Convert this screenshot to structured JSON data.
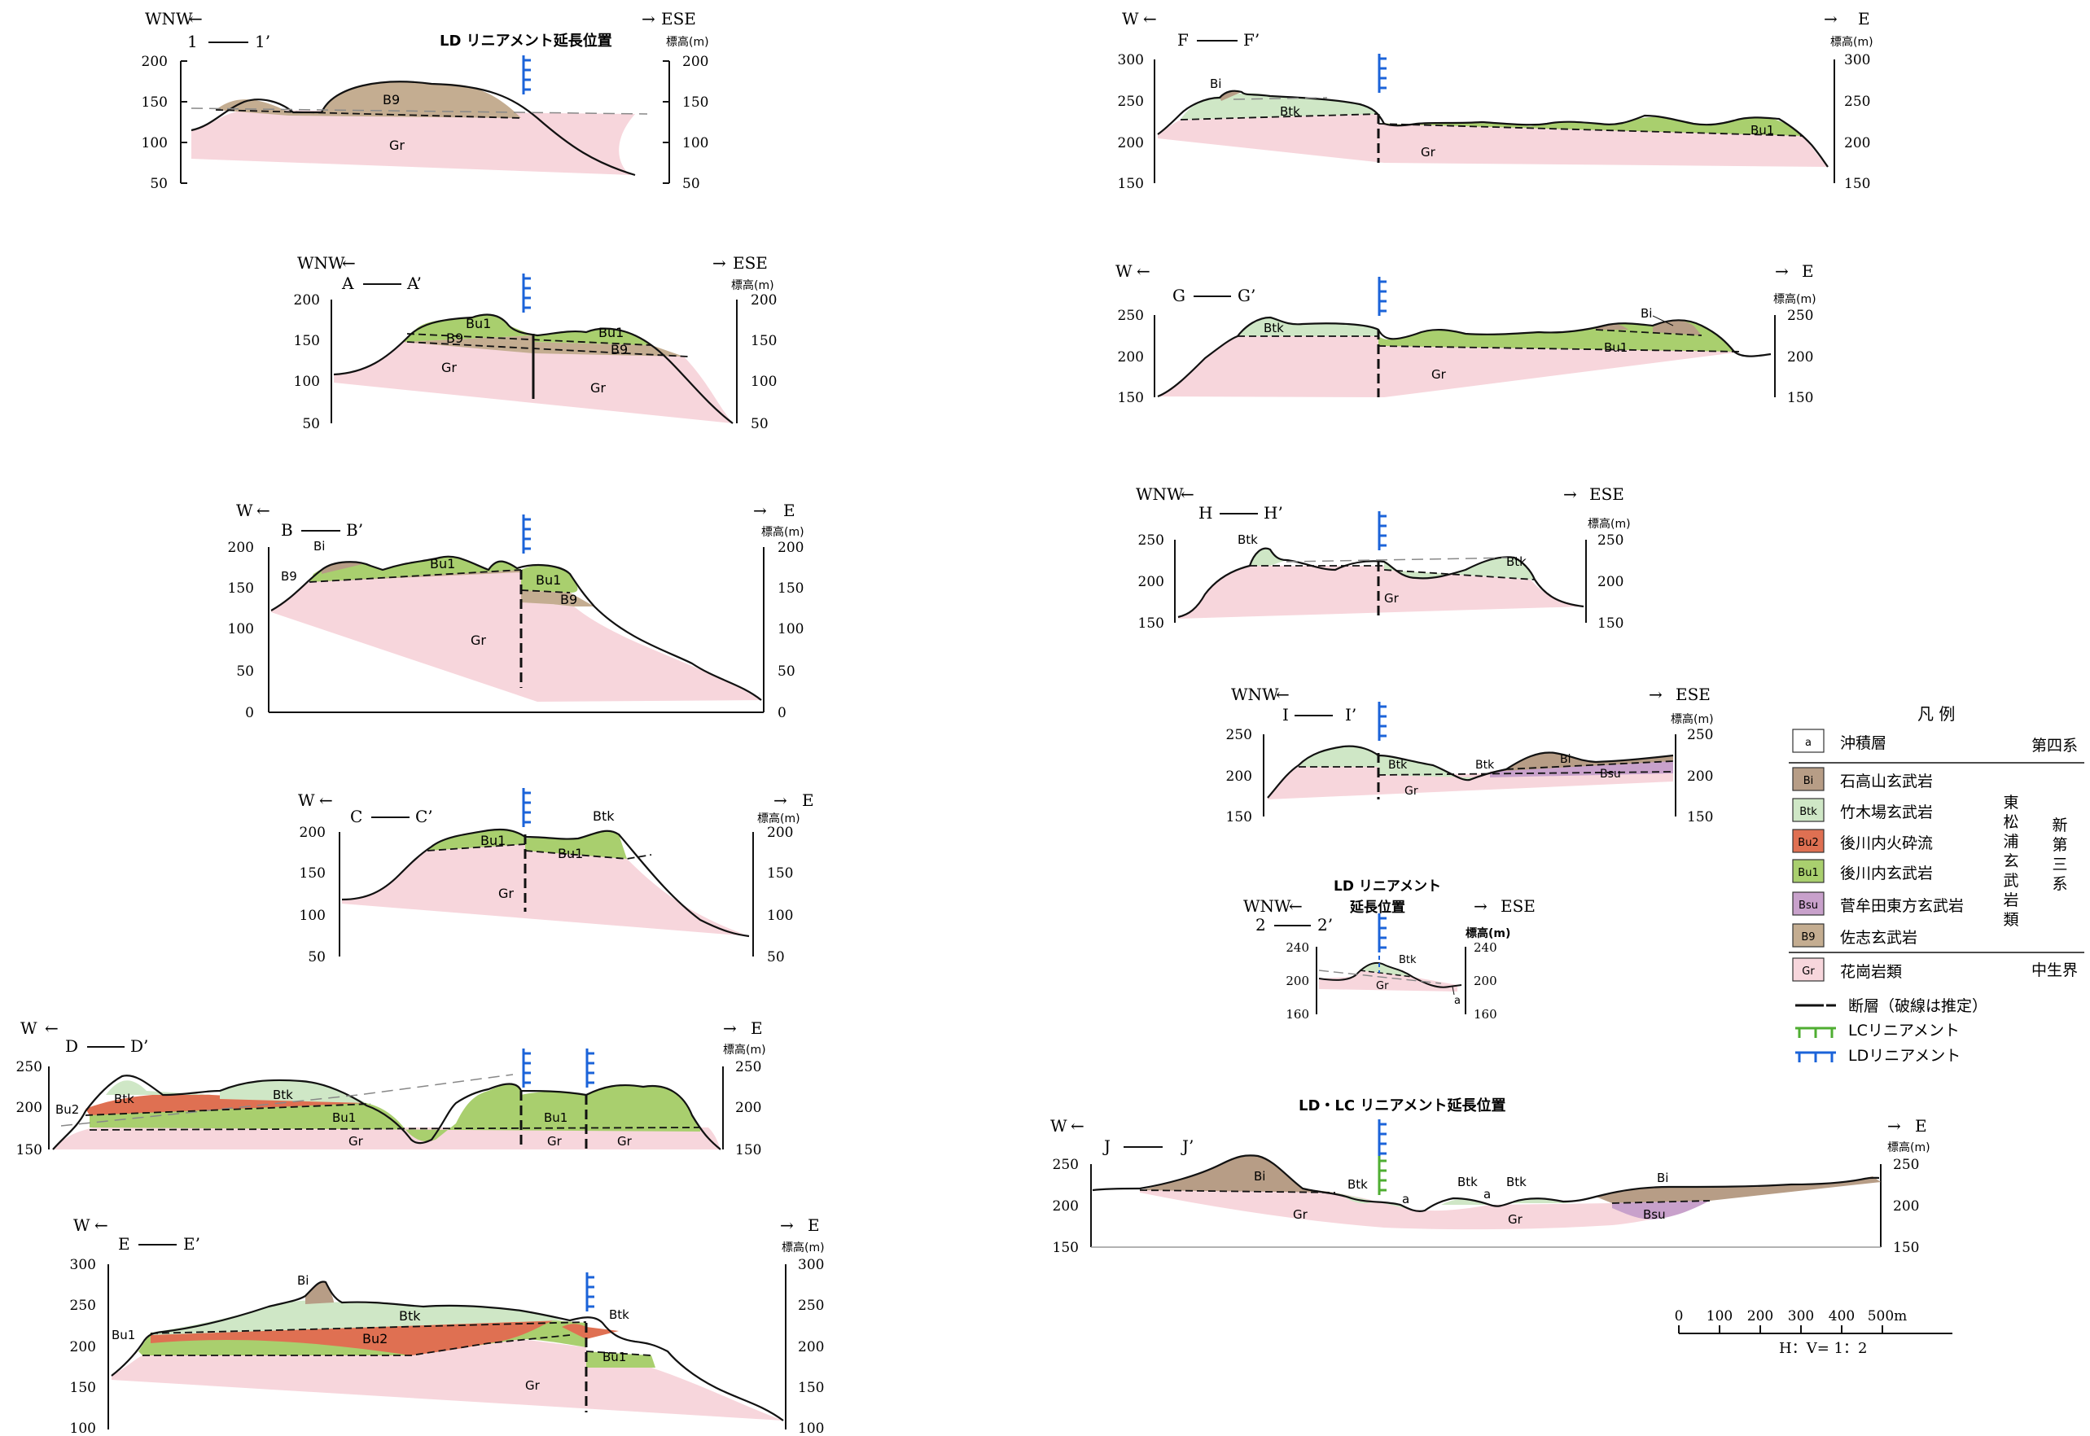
{
  "colors": {
    "Gr": "#f7d6dc",
    "B9": "#c4ad91",
    "Bu1": "#a9cf6e",
    "Btk": "#cfe7c6",
    "Bu2": "#df7052",
    "Bi": "#b79d86",
    "Bsu": "#c8a1cb",
    "LD": "#1b63d9",
    "LC": "#4fae32"
  },
  "sections": {
    "s1": {
      "label": "1",
      "label2": "1’",
      "dirLeft": "WNW",
      "dirRight": "ESE",
      "unit": "標高(m)",
      "ticks": [
        "200",
        "150",
        "100",
        "50"
      ],
      "note": "LD リニアメント延長位置"
    },
    "sA": {
      "label": "A",
      "label2": "A’",
      "dirLeft": "WNW",
      "dirRight": "ESE",
      "unit": "標高(m)",
      "ticks": [
        "200",
        "150",
        "100",
        "50"
      ]
    },
    "sB": {
      "label": "B",
      "label2": "B’",
      "dirLeft": "W",
      "dirRight": "E",
      "unit": "標高(m)",
      "ticks": [
        "200",
        "150",
        "100",
        "50",
        "0"
      ]
    },
    "sC": {
      "label": "C",
      "label2": "C’",
      "dirLeft": "W",
      "dirRight": "E",
      "unit": "標高(m)",
      "ticks": [
        "200",
        "150",
        "100",
        "50"
      ]
    },
    "sD": {
      "label": "D",
      "label2": "D’",
      "dirLeft": "W",
      "dirRight": "E",
      "unit": "標高(m)",
      "ticks": [
        "250",
        "200",
        "150"
      ]
    },
    "sE": {
      "label": "E",
      "label2": "E’",
      "dirLeft": "W",
      "dirRight": "E",
      "unit": "標高(m)",
      "ticks": [
        "300",
        "250",
        "200",
        "150",
        "100"
      ]
    },
    "sF": {
      "label": "F",
      "label2": "F’",
      "dirLeft": "W",
      "dirRight": "E",
      "unit": "標高(m)",
      "ticks": [
        "300",
        "250",
        "200",
        "150"
      ]
    },
    "sG": {
      "label": "G",
      "label2": "G’",
      "dirLeft": "W",
      "dirRight": "E",
      "unit": "標高(m)",
      "ticks": [
        "250",
        "200",
        "150"
      ]
    },
    "sH": {
      "label": "H",
      "label2": "H’",
      "dirLeft": "WNW",
      "dirRight": "ESE",
      "unit": "標高(m)",
      "ticks": [
        "250",
        "200",
        "150"
      ]
    },
    "sI": {
      "label": "I",
      "label2": "I’",
      "dirLeft": "WNW",
      "dirRight": "ESE",
      "unit": "標高(m)",
      "ticks": [
        "250",
        "200",
        "150"
      ]
    },
    "s2": {
      "label": "2",
      "label2": "2’",
      "dirLeft": "WNW",
      "dirRight": "ESE",
      "unit": "標高(m)",
      "ticks": [
        "240",
        "200",
        "160"
      ],
      "note1": "LD リニアメント",
      "note2": "延長位置"
    },
    "sJ": {
      "label": "J",
      "label2": "J’",
      "dirLeft": "W",
      "dirRight": "E",
      "unit": "標高(m)",
      "ticks": [
        "250",
        "200",
        "150"
      ],
      "note": "LD・LC リニアメント延長位置"
    }
  },
  "unitCodes": {
    "Gr": "Gr",
    "B9": "B9",
    "Bu1": "Bu1",
    "Btk": "Btk",
    "Bu2": "Bu2",
    "Bi": "Bi",
    "Bsu": "Bsu",
    "a": "a"
  },
  "legend": {
    "title": "凡 例",
    "rows": [
      {
        "code": "a",
        "name": "沖積層",
        "era": "第四系"
      },
      {
        "code": "Bi",
        "name": "石高山玄武岩"
      },
      {
        "code": "Btk",
        "name": "竹木場玄武岩"
      },
      {
        "code": "Bu2",
        "name": "後川内火砕流"
      },
      {
        "code": "Bu1",
        "name": "後川内玄武岩"
      },
      {
        "code": "Bsu",
        "name": "菅牟田東方玄武岩"
      },
      {
        "code": "B9",
        "name": "佐志玄武岩"
      },
      {
        "code": "Gr",
        "name": "花崗岩類",
        "era": "中生界"
      }
    ],
    "group": "東松浦玄武岩類",
    "era2": "新第三系",
    "fault": "断層（破線は推定）",
    "lc": "LCリニアメント",
    "ld": "LDリニアメント"
  },
  "scale": {
    "ticks": [
      "0",
      "100",
      "200",
      "300",
      "400",
      "500m"
    ],
    "ratio": "H：V= 1：2"
  }
}
